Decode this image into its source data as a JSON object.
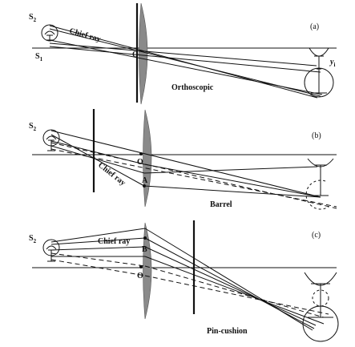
{
  "panels": [
    {
      "id": "a",
      "tag": "(a)",
      "caption": "Orthoscopic",
      "chief_ray": "Chief ray",
      "point_o": "O",
      "s2": "S",
      "s2_sub": "2",
      "s1": "S",
      "s1_sub": "1",
      "yi": "y",
      "yi_sub": "i"
    },
    {
      "id": "b",
      "tag": "(b)",
      "caption": "Barrel",
      "chief_ray": "Chief ray",
      "point_o": "O",
      "point_a": "A",
      "s2": "S",
      "s2_sub": "2"
    },
    {
      "id": "c",
      "tag": "(c)",
      "caption": "Pin-cushion",
      "chief_ray": "Chief ray",
      "point_o": "O",
      "point_b": "B",
      "s2": "S",
      "s2_sub": "2"
    }
  ]
}
